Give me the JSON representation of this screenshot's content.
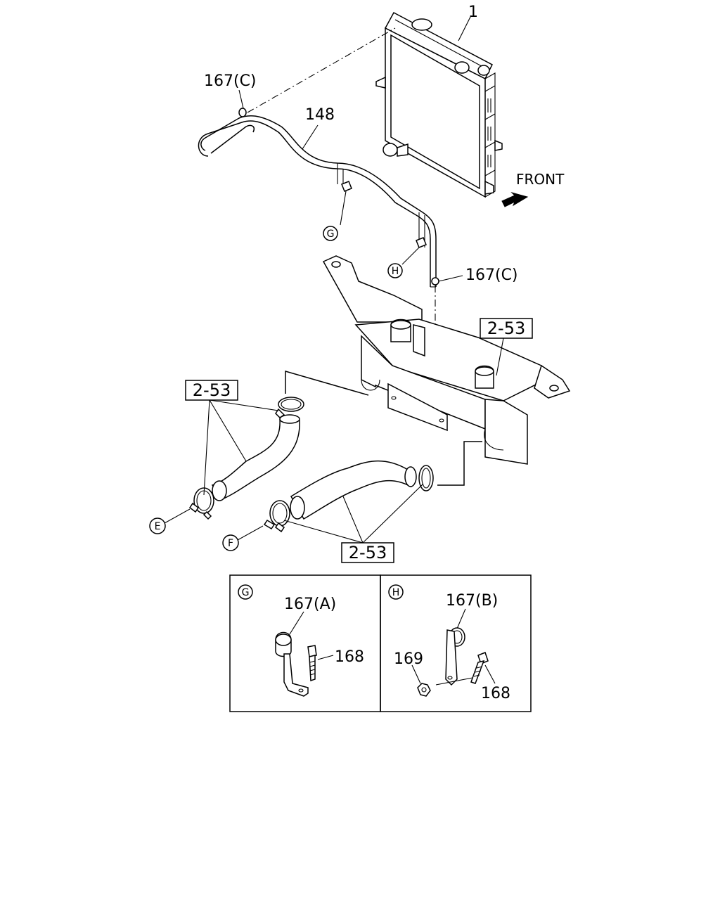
{
  "labels": {
    "radiator": "1",
    "hose": "148",
    "clip_c_top": "167(C)",
    "clip_c_mid": "167(C)",
    "front": "FRONT",
    "ref_top_right": "2-53",
    "ref_left": "2-53",
    "ref_bottom": "2-53"
  },
  "callouts": {
    "e": "E",
    "f": "F",
    "g": "G",
    "h": "H"
  },
  "detail_g": {
    "letter": "G",
    "clip_label": "167(A)",
    "bolt_label": "168"
  },
  "detail_h": {
    "letter": "H",
    "clip_label": "167(B)",
    "nut_label": "169",
    "bolt_label": "168"
  }
}
